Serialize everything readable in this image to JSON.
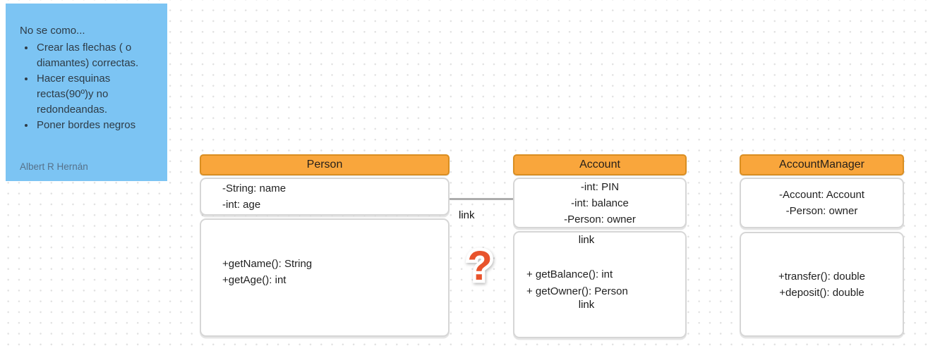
{
  "note": {
    "title": "No se como...",
    "bullets": [
      "Crear las flechas ( o diamantes) correctas.",
      "Hacer esquinas rectas(90º)y no redondeandas.",
      "Poner bordes negros"
    ],
    "author": "Albert R Hernán"
  },
  "classes": [
    {
      "name": "Person",
      "fields": [
        "-String: name",
        "-int: age"
      ],
      "methods": [
        "+getName(): String",
        "+getAge(): int"
      ]
    },
    {
      "name": "Account",
      "fields": [
        "-int: PIN",
        "-int: balance",
        "-Person: owner"
      ],
      "methods": [
        "+ getBalance(): int",
        "+ getOwner(): Person"
      ]
    },
    {
      "name": "AccountManager",
      "fields": [
        "-Account: Account",
        "-Person: owner"
      ],
      "methods": [
        "+transfer(): double",
        "+deposit(): double"
      ]
    }
  ],
  "labels": {
    "link1": "link",
    "link2": "link",
    "link3": "link",
    "question_mark": "?"
  },
  "colors": {
    "note_bg": "#7cc4f3",
    "header_bg": "#f9a63c",
    "header_border": "#da8e21",
    "box_border": "#d6d6d6",
    "connector": "#acacac",
    "question_mark": "#e8532c"
  }
}
